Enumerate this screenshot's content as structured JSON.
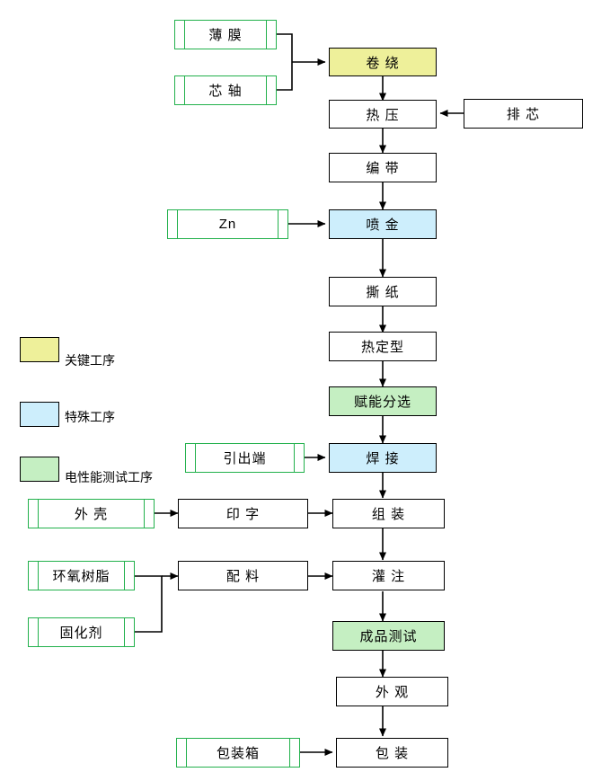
{
  "diagram": {
    "title": "",
    "colors": {
      "key_process": "#eef09a",
      "special_process": "#cdeefc",
      "electrical_test_process": "#c5efc2",
      "material_border": "#22b14c",
      "process_border": "#000000"
    },
    "process_nodes": [
      {
        "id": "winding",
        "label": "卷    绕",
        "type": "key"
      },
      {
        "id": "hotpress",
        "label": "热    压",
        "type": "normal"
      },
      {
        "id": "taping",
        "label": "编    带",
        "type": "normal"
      },
      {
        "id": "spray_metal",
        "label": "喷    金",
        "type": "special"
      },
      {
        "id": "tear_paper",
        "label": "撕    纸",
        "type": "normal"
      },
      {
        "id": "heat_set",
        "label": "热定型",
        "type": "normal"
      },
      {
        "id": "energize_sort",
        "label": "赋能分选",
        "type": "etest"
      },
      {
        "id": "welding",
        "label": "焊    接",
        "type": "special"
      },
      {
        "id": "printing",
        "label": "印    字",
        "type": "normal"
      },
      {
        "id": "assembly",
        "label": "组    装",
        "type": "normal"
      },
      {
        "id": "compounding",
        "label": "配    料",
        "type": "normal"
      },
      {
        "id": "potting",
        "label": "灌    注",
        "type": "normal"
      },
      {
        "id": "final_test",
        "label": "成品测试",
        "type": "etest"
      },
      {
        "id": "appearance",
        "label": "外    观",
        "type": "normal"
      },
      {
        "id": "packing",
        "label": "包    装",
        "type": "normal"
      },
      {
        "id": "core_removal",
        "label": "排    芯",
        "type": "normal"
      }
    ],
    "material_nodes": [
      {
        "id": "film",
        "label": "薄    膜"
      },
      {
        "id": "mandrel",
        "label": "芯    轴"
      },
      {
        "id": "zinc",
        "label": "Zn"
      },
      {
        "id": "lead_wire",
        "label": "引出端"
      },
      {
        "id": "shell",
        "label": "外    壳"
      },
      {
        "id": "epoxy_resin",
        "label": "环氧树脂"
      },
      {
        "id": "hardener",
        "label": "固化剂"
      },
      {
        "id": "carton",
        "label": "包装箱"
      }
    ],
    "legend": [
      {
        "id": "legend-key",
        "type": "key",
        "label": "关键工序"
      },
      {
        "id": "legend-special",
        "type": "special",
        "label": "特殊工序"
      },
      {
        "id": "legend-etest",
        "type": "etest",
        "label": "电性能测试工序"
      }
    ]
  }
}
